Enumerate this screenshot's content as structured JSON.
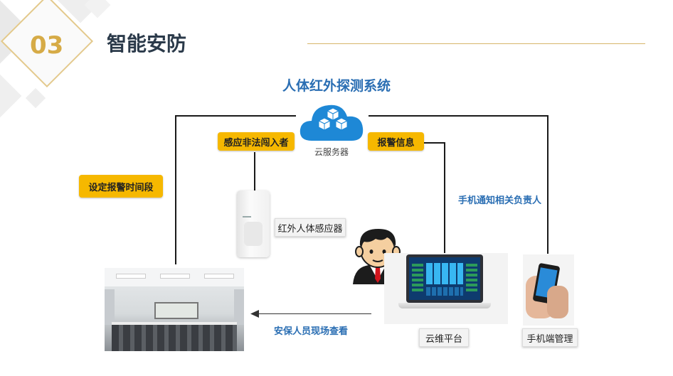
{
  "header": {
    "section_number": "03",
    "section_title": "智能安防"
  },
  "diagram": {
    "title": "人体红外探测系统",
    "cloud_label": "云服务器",
    "tags": {
      "intrusion": "感应非法闯入者",
      "alarm_info": "报警信息",
      "alarm_period": "设定报警时间段"
    },
    "labels": {
      "sensor": "红外人体感应器",
      "cloud_platform": "云维平台",
      "mobile_mgmt": "手机端管理"
    },
    "flows": {
      "notify": "手机通知相关负责人",
      "onsite": "安保人员现场查看"
    }
  },
  "colors": {
    "accent_gold": "#d6ab47",
    "tag_yellow": "#f6b800",
    "flow_blue": "#2a6eb3",
    "cloud_blue": "#1e88d6"
  }
}
